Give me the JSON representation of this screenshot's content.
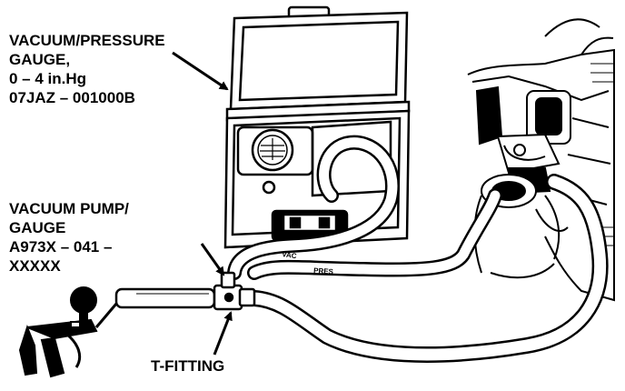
{
  "labels": {
    "gauge": {
      "lines": [
        "VACUUM/PRESSURE",
        "GAUGE,",
        "0 – 4 in.Hg",
        "07JAZ – 001000B"
      ]
    },
    "pump": {
      "lines": [
        "VACUUM PUMP/",
        "GAUGE",
        "A973X – 041 –",
        "XXXXX"
      ]
    },
    "t_fitting": "T-FITTING"
  },
  "hose_markings": {
    "upper": "VAC",
    "lower": "PRES"
  },
  "colors": {
    "ink": "#000000",
    "paper": "#ffffff"
  }
}
